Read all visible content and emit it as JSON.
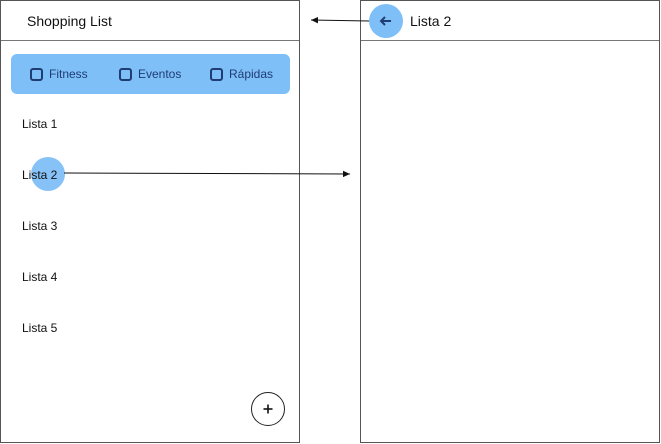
{
  "list_screen": {
    "title": "Shopping List",
    "filters": [
      {
        "label": "Fitness",
        "checked": false
      },
      {
        "label": "Eventos",
        "checked": false
      },
      {
        "label": "Rápidas",
        "checked": false
      }
    ],
    "items": [
      {
        "label": "Lista 1"
      },
      {
        "label": "Lista 2"
      },
      {
        "label": "Lista 3"
      },
      {
        "label": "Lista 4"
      },
      {
        "label": "Lista 5"
      }
    ],
    "fab_icon": "plus-icon"
  },
  "detail_screen": {
    "title": "Lista 2",
    "back_icon": "arrow-left-icon"
  },
  "colors": {
    "accent": "#7fbff8",
    "accent_text": "#1f3c73",
    "border": "#555555"
  }
}
